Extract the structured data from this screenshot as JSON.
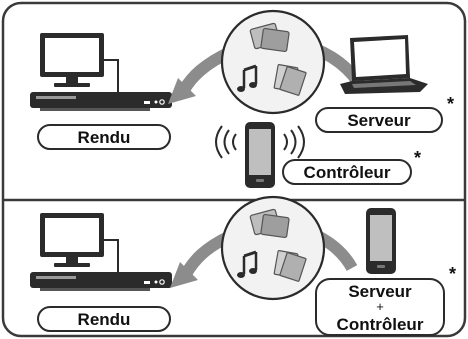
{
  "panels": [
    {
      "renderer_label": "Rendu",
      "server_label": "Serveur",
      "controller_label": "Contrôleur",
      "server_mark": "*",
      "controller_mark": "*"
    },
    {
      "renderer_label": "Rendu",
      "combined_label_top": "Serveur",
      "combined_plus": "+",
      "combined_label_bottom": "Contrôleur",
      "combined_mark": "*"
    }
  ],
  "colors": {
    "frame": "#3a3a3a",
    "arrow": "#8c8c8c",
    "device": "#2b2b2b",
    "screen": "#ffffff",
    "circle": "#f2f2f2"
  },
  "icons": [
    "tv-icon",
    "bluray-player-icon",
    "laptop-icon",
    "smartphone-icon",
    "wifi-wave-icon",
    "photos-icon",
    "music-note-icon",
    "video-file-icon"
  ]
}
